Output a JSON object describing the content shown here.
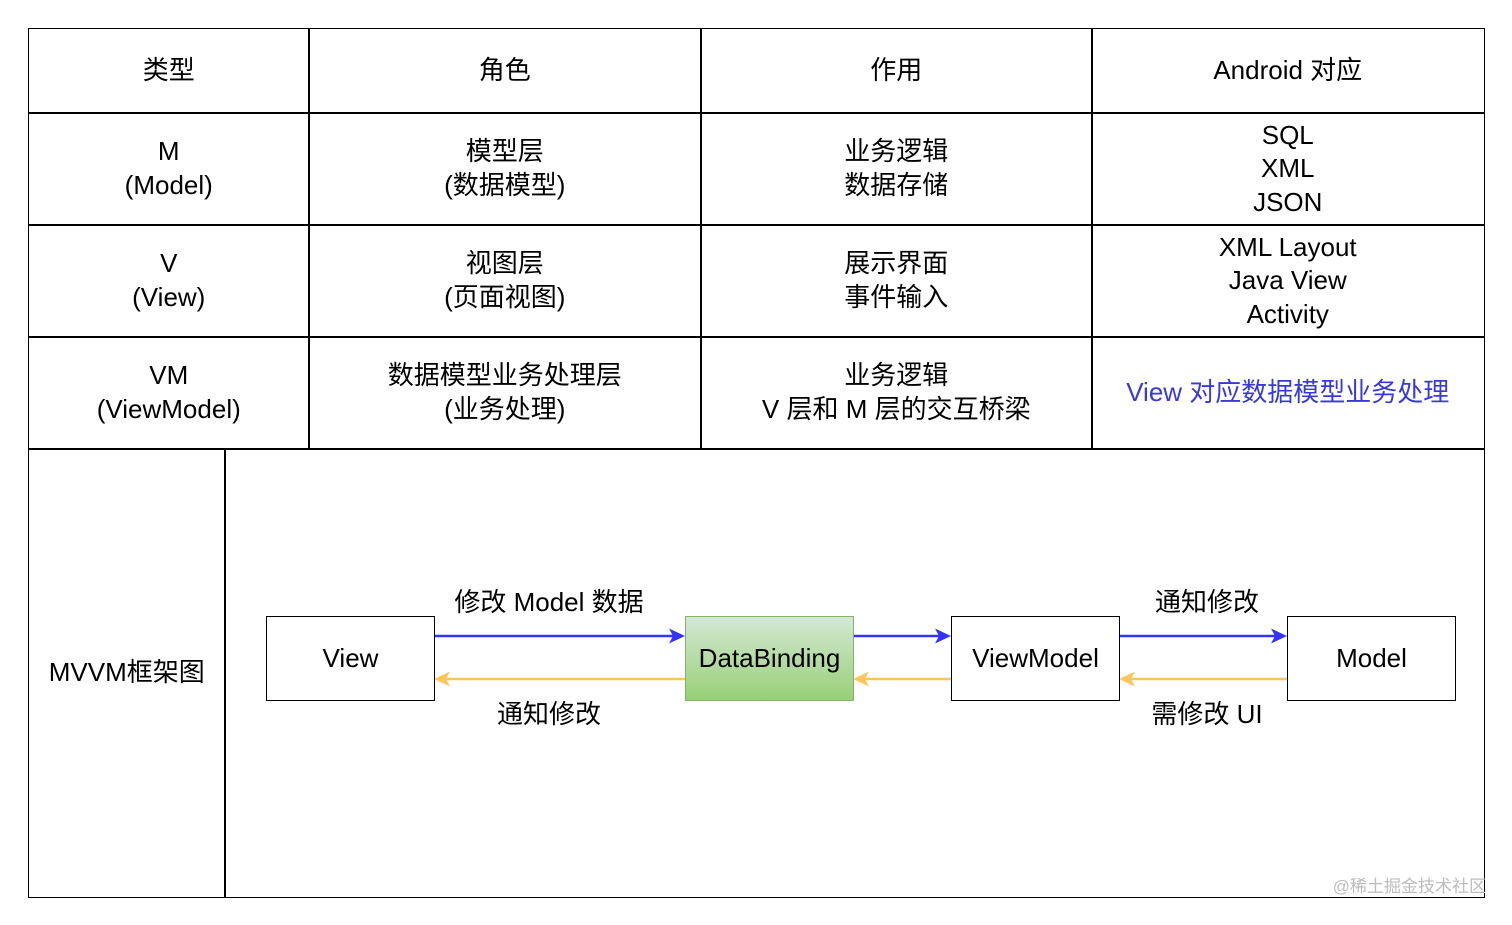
{
  "table": {
    "headers": [
      "类型",
      "角色",
      "作用",
      "Android 对应"
    ],
    "rows": [
      [
        [
          "M",
          "(Model)"
        ],
        [
          "模型层",
          "(数据模型)"
        ],
        [
          "业务逻辑",
          "数据存储"
        ],
        [
          "SQL",
          "XML",
          "JSON"
        ]
      ],
      [
        [
          "V",
          "(View)"
        ],
        [
          "视图层",
          "(页面视图)"
        ],
        [
          "展示界面",
          "事件输入"
        ],
        [
          "XML Layout",
          "Java View",
          "Activity"
        ]
      ],
      [
        [
          "VM",
          "(ViewModel)"
        ],
        [
          "数据模型业务处理层",
          "(业务处理)"
        ],
        [
          "业务逻辑",
          "V 层和 M 层的交互桥梁"
        ],
        [
          "View 对应数据模型业务处理"
        ]
      ]
    ]
  },
  "diagram": {
    "row_label": "MVVM框架图",
    "nodes": {
      "view": "View",
      "databinding": "DataBinding",
      "viewmodel": "ViewModel",
      "model": "Model"
    },
    "links": {
      "view_databinding": {
        "forward_label": "修改 Model 数据",
        "backward_label": "通知修改"
      },
      "databinding_viewmodel": {},
      "viewmodel_model": {
        "forward_label": "通知修改",
        "backward_label": "需修改 UI"
      }
    }
  },
  "colors": {
    "forward_arrow": "#3333ff",
    "backward_arrow": "#ffc65c",
    "highlight_text": "#3939d9",
    "databinding_fill_top": "#d5e8d4",
    "databinding_fill_bottom": "#97d077",
    "databinding_border": "#82b366"
  },
  "watermark": "@稀土掘金技术社区"
}
